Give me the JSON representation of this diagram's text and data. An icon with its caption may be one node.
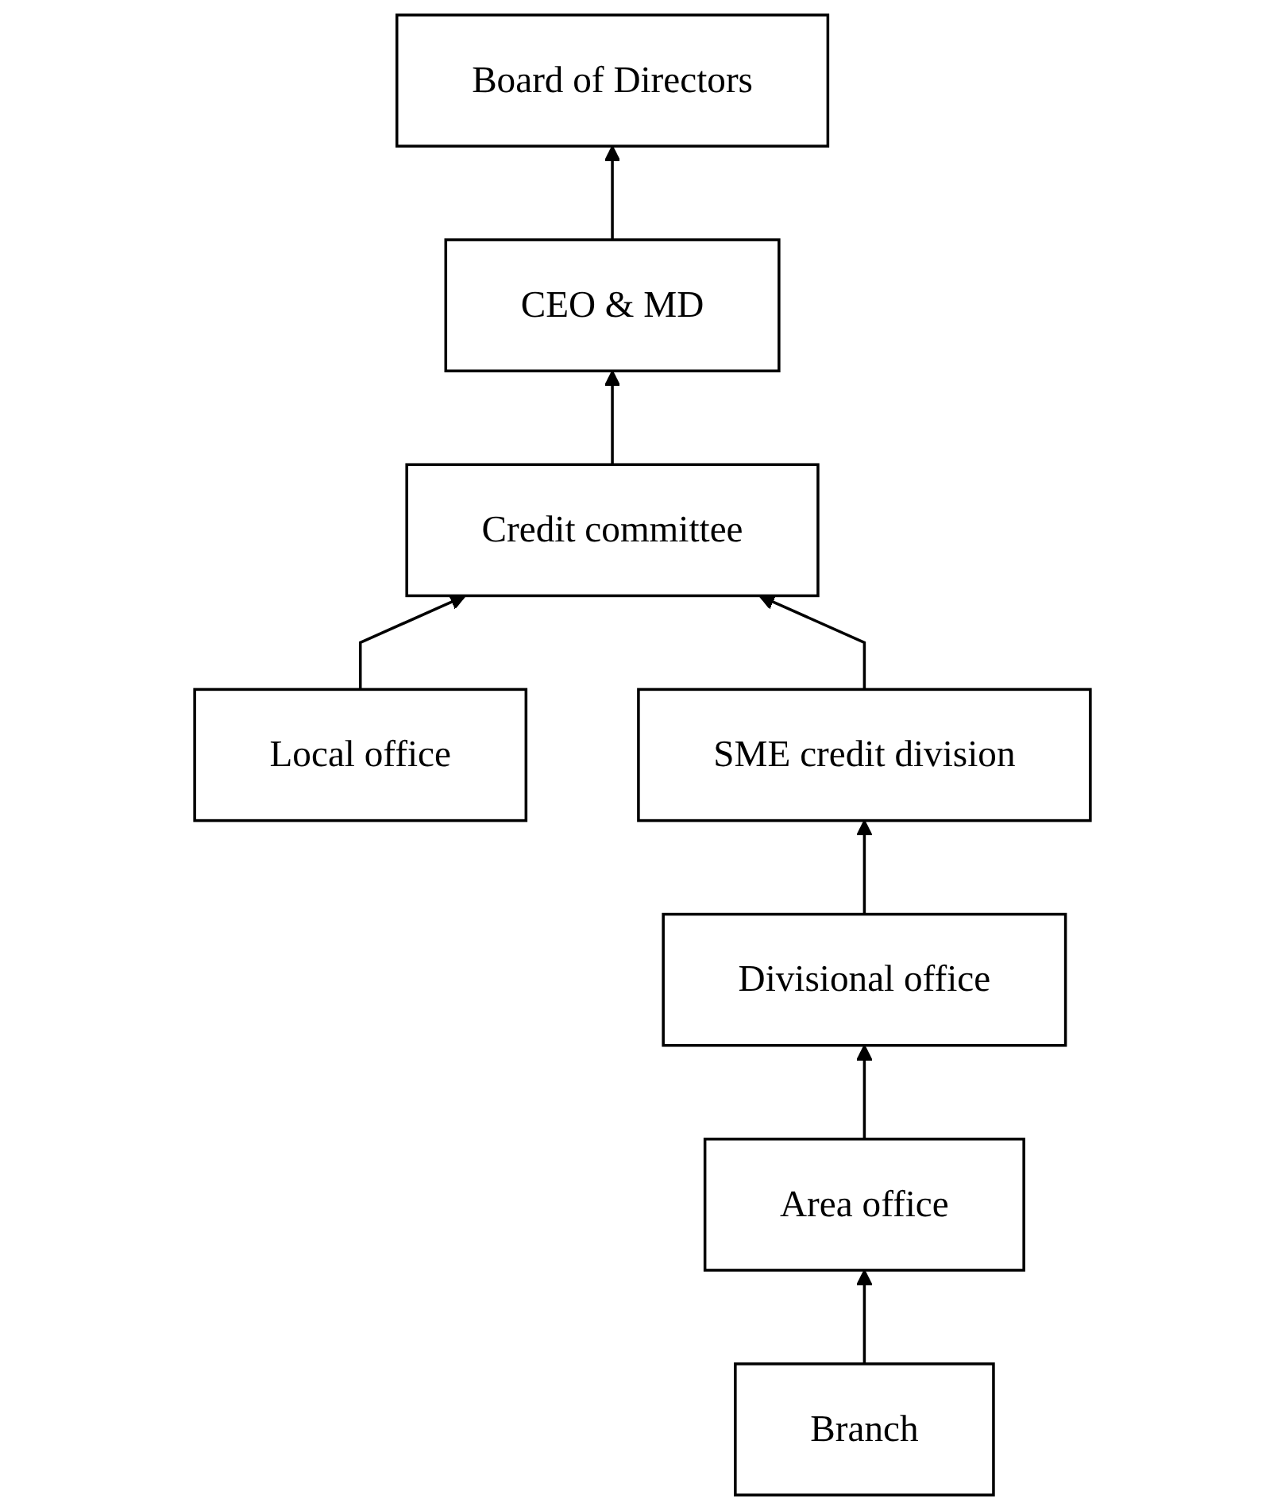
{
  "diagram": {
    "nodes": [
      {
        "text": [
          "Board of Directors"
        ]
      },
      {
        "text": [
          "CEO & MD"
        ]
      },
      {
        "text": [
          "Local office"
        ]
      },
      {
        "text": [
          "Credit committee"
        ]
      },
      {
        "text": [
          "SME credit division"
        ]
      },
      {
        "text": [
          "Divisional office"
        ]
      },
      {
        "text": [
          "Area office"
        ]
      },
      {
        "text": [
          "Branch"
        ]
      }
    ],
    "edges": [
      {
        "from": 1,
        "to": 0,
        "arrow": "to"
      },
      {
        "from": 3,
        "to": 1,
        "arrow": "to"
      },
      {
        "from": 2,
        "to": 3,
        "arrow": "to"
      },
      {
        "from": 4,
        "to": 3,
        "arrow": "to"
      },
      {
        "from": 5,
        "to": 4,
        "arrow": "to"
      },
      {
        "from": 6,
        "to": 5,
        "arrow": "to"
      },
      {
        "from": 7,
        "to": 6,
        "arrow": "to"
      }
    ]
  }
}
